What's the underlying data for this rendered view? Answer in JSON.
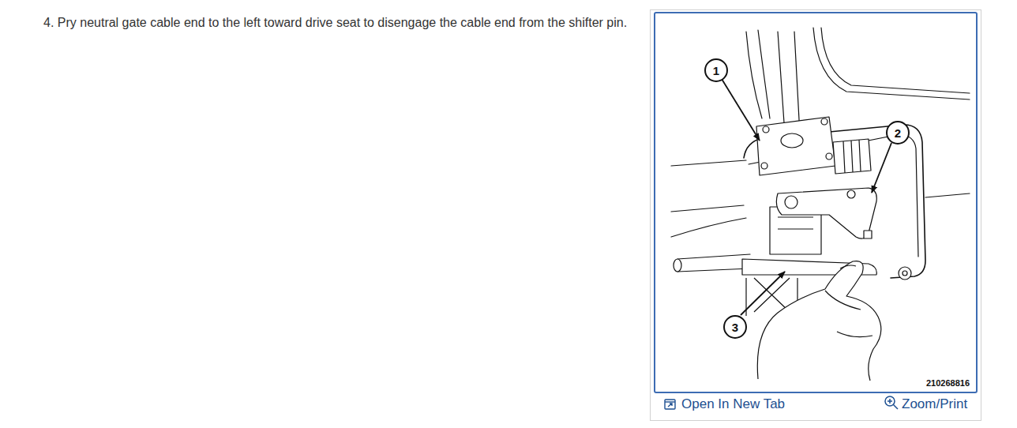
{
  "diagram": {
    "nodes": [
      {
        "text": [
          "210268816"
        ]
      },
      {
        "text": [
          "1"
        ],
        "in": 0
      },
      {
        "text": [
          "2"
        ],
        "in": 0
      },
      {
        "text": [
          "3"
        ],
        "in": 0
      }
    ],
    "labels": [
      "4. Pry neutral gate cable end to the left toward drive seat to disengage the cable end from the shifter pin.",
      "Open In New Tab",
      "Zoom/Print"
    ]
  }
}
